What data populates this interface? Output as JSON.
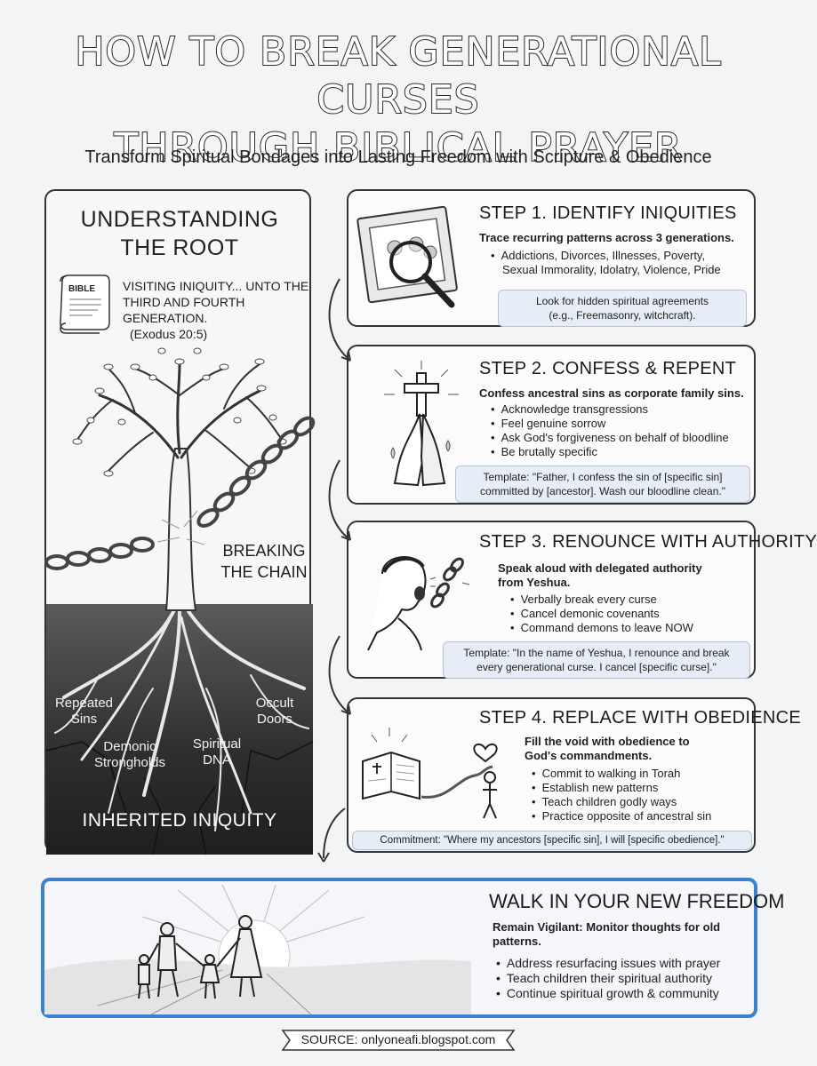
{
  "title": {
    "line1": "HOW TO BREAK GENERATIONAL CURSES",
    "line2": "THROUGH BIBLICAL PRAYER"
  },
  "subtitle": "Transform Spiritual Bondages into Lasting Freedom with Scripture & Obedience",
  "left": {
    "title_line1": "UNDERSTANDING",
    "title_line2": "THE ROOT",
    "scroll_label": "BIBLE",
    "verse_line1": "VISITING INIQUITY... UNTO THE",
    "verse_line2": "THIRD AND FOURTH GENERATION.",
    "verse_ref": "(Exodus 20:5)",
    "breaking_line1": "BREAKING",
    "breaking_line2": "THE CHAIN",
    "roots": {
      "repeated_1": "Repeated",
      "repeated_2": "Sins",
      "occult_1": "Occult",
      "occult_2": "Doors",
      "demonic_1": "Demonic",
      "demonic_2": "Strongholds",
      "spiritual_1": "Spiritual",
      "spiritual_2": "DNA"
    },
    "inherited": "INHERITED INIQUITY"
  },
  "steps": [
    {
      "heading": "STEP 1. IDENTIFY INIQUITIES",
      "sub": "Trace recurring patterns across 3 generations.",
      "bullets": [
        "Addictions, Divorces, Illnesses, Poverty,",
        "Sexual Immorality, Idolatry, Violence, Pride"
      ],
      "note_line1": "Look for hidden spiritual agreements",
      "note_line2": "(e.g., Freemasonry, witchcraft)."
    },
    {
      "heading": "STEP 2. CONFESS & REPENT",
      "sub": "Confess ancestral sins as corporate family sins.",
      "bullets": [
        "Acknowledge transgressions",
        "Feel genuine sorrow",
        "Ask God's forgiveness on behalf of bloodline",
        "Be brutally specific"
      ],
      "note_line1": "Template: \"Father, I confess the sin of [specific sin]",
      "note_line2": "committed by [ancestor]. Wash our bloodline clean.\""
    },
    {
      "heading": "STEP 3. RENOUNCE WITH AUTHORITY",
      "sub_line1": "Speak aloud with delegated authority",
      "sub_line2": "from Yeshua.",
      "bullets": [
        "Verbally break every curse",
        "Cancel demonic covenants",
        "Command demons to leave NOW"
      ],
      "note_line1": "Template: \"In the name of Yeshua, I renounce and break",
      "note_line2": "every generational curse. I cancel [specific curse].\""
    },
    {
      "heading": "STEP 4. REPLACE WITH OBEDIENCE",
      "sub_line1": "Fill the void with obedience to",
      "sub_line2": "God's commandments.",
      "bullets": [
        "Commit to walking in Torah",
        "Establish new patterns",
        "Teach children godly ways",
        "Practice opposite of ancestral sin"
      ],
      "note": "Commitment: \"Where my ancestors [specific sin], I will [specific obedience].\""
    }
  ],
  "freedom": {
    "heading": "WALK IN YOUR NEW FREEDOM",
    "sub": "Remain Vigilant: Monitor thoughts for old patterns.",
    "bullets": [
      "Address resurfacing issues with prayer",
      "Teach children their spiritual authority",
      "Continue spiritual growth & community"
    ]
  },
  "source": "SOURCE: onlyoneafi.blogspot.com",
  "colors": {
    "accent_blue": "#3f7fcf",
    "note_bg": "#e6edf6",
    "soil": "#2e2e2e"
  }
}
